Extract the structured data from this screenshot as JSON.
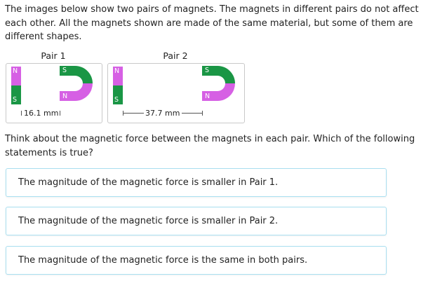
{
  "intro": "The images below show two pairs of magnets. The magnets in different pairs do not affect each other. All the magnets shown are made of the same material, but some of them are different shapes.",
  "pair1": {
    "label": "Pair 1",
    "distance": "16.1 mm",
    "bar_top_pole": "N",
    "bar_bottom_pole": "S",
    "horseshoe_top_pole": "S",
    "horseshoe_bottom_pole": "N"
  },
  "pair2": {
    "label": "Pair 2",
    "distance": "37.7 mm",
    "bar_top_pole": "N",
    "bar_bottom_pole": "S",
    "horseshoe_top_pole": "S",
    "horseshoe_bottom_pole": "N"
  },
  "question": "Think about the magnetic force between the magnets in each pair. Which of the following statements is true?",
  "choices": [
    "The magnitude of the magnetic force is smaller in Pair 1.",
    "The magnitude of the magnetic force is smaller in Pair 2.",
    "The magnitude of the magnetic force is the same in both pairs."
  ],
  "colors": {
    "north": "#d660e4",
    "south": "#1a9645",
    "border": "#c9c9c9",
    "choice_border": "#a9dff0"
  }
}
